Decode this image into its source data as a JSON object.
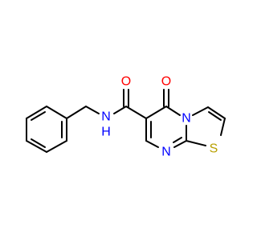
{
  "molecule": {
    "atoms": [
      {
        "symbol": "O",
        "color": "#ff0000"
      },
      {
        "symbol": "N",
        "color": "#0000ff"
      },
      {
        "symbol": "H",
        "color": "#0000ff"
      },
      {
        "symbol": "O",
        "color": "#ff0000"
      },
      {
        "symbol": "N",
        "color": "#0000ff"
      },
      {
        "symbol": "N",
        "color": "#0000ff"
      },
      {
        "symbol": "S",
        "color": "#b8a000"
      }
    ]
  }
}
